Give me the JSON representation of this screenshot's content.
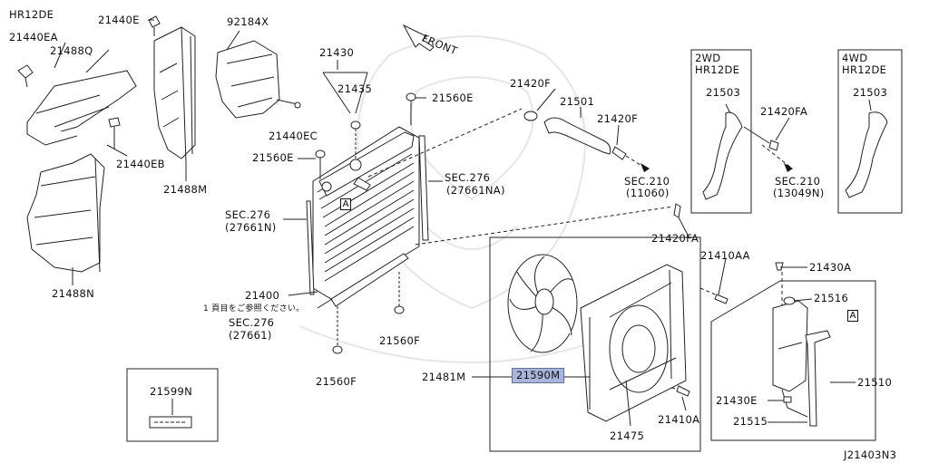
{
  "diagram": {
    "engine_top_left": "HR12DE",
    "front_label": "FRONT",
    "diagram_code": "J21403N3",
    "boxes": {
      "two_wd": {
        "title": "2WD",
        "engine": "HR12DE"
      },
      "four_wd": {
        "title": "4WD",
        "engine": "HR12DE"
      }
    },
    "parts": {
      "p21440EA": "21440EA",
      "p21488Q": "21488Q",
      "p21440E": "21440E",
      "p92184X": "92184X",
      "p21430": "21430",
      "p21435": "21435",
      "p21560E_top": "21560E",
      "p21440EC": "21440EC",
      "p21560E_mid": "21560E",
      "p21440EB": "21440EB",
      "p21488M": "21488M",
      "p21488N": "21488N",
      "sec276_right": "SEC.276",
      "sec276_right_sub": "(27661NA)",
      "sec276_left": "SEC.276",
      "sec276_left_sub": "(27661N)",
      "sec276_bottom": "SEC.276",
      "sec276_bottom_sub": "(27661)",
      "p21400": "21400",
      "p21400_note": "1 頁目をご参照ください。",
      "p21560F_right": "21560F",
      "p21560F_bottom": "21560F",
      "p21599N": "21599N",
      "p21420F_a": "21420F",
      "p21501": "21501",
      "p21420F_b": "21420F",
      "sec210_a": "SEC.210",
      "sec210_a_sub": "(11060)",
      "p21420FA_bottom": "21420FA",
      "p21503_2wd": "21503",
      "p21420FA_2wd": "21420FA",
      "sec210_b": "SEC.210",
      "sec210_b_sub": "(13049N)",
      "p21503_4wd": "21503",
      "p21410AA": "21410AA",
      "p21481M": "21481M",
      "p21590M": "21590M",
      "p21475": "21475",
      "p21410A": "21410A",
      "p21430A": "21430A",
      "p21516": "21516",
      "p21510": "21510",
      "p21430E": "21430E",
      "p21515": "21515",
      "marker_a": "A"
    }
  }
}
